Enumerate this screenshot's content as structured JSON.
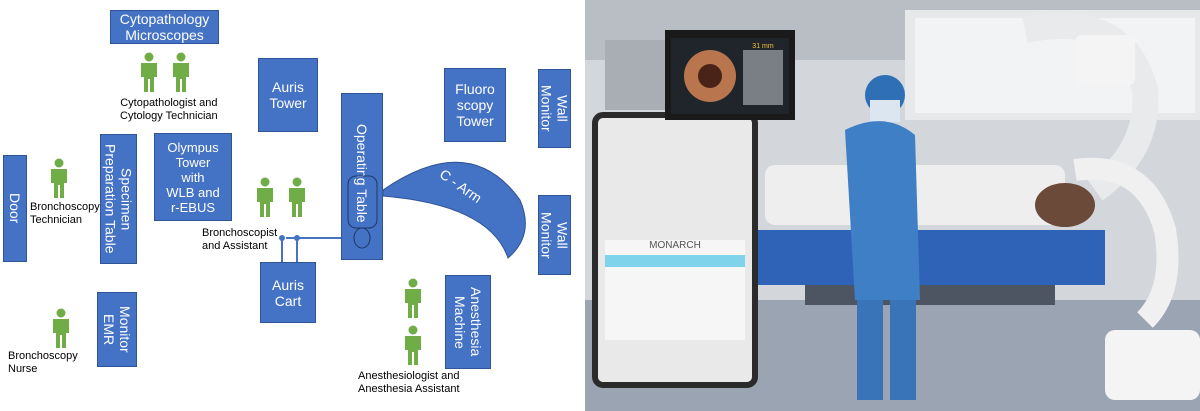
{
  "diagram": {
    "boxes": {
      "cytopathology_microscopes": "Cytopathology\nMicroscopes",
      "auris_tower": "Auris\nTower",
      "fluoroscopy_tower": "Fluoro\nscopy\nTower",
      "wall_monitor_top": "Wall\nMonitor",
      "wall_monitor_bottom": "Wall\nMonitor",
      "door": "Door",
      "specimen_preparation_table": "Specimen\nPreparation Table",
      "olympus_tower": "Olympus\nTower\nwith\nWLB and\nr-EBUS",
      "operating_table": "Operating Table",
      "c_arm": "C - Arm",
      "auris_cart": "Auris\nCart",
      "anesthesia_machine": "Anesthesia\nMachine",
      "monitor_emr": "Monitor\nEMR"
    },
    "labels": {
      "cytopathologist": "Cytopathologist and\nCytology Technician",
      "bronchoscopy_technician": "Bronchoscopy\nTechnician",
      "bronchoscopist": "Bronchoscopist\nand Assistant",
      "bronchoscopy_nurse": "Bronchoscopy\nNurse",
      "anesthesiologist": "Anesthesiologist and\nAnesthesia Assistant"
    },
    "colors": {
      "box_fill": "#4472c4",
      "box_border": "#2f5597",
      "person": "#70ad47"
    }
  },
  "photo": {
    "monitor_readout": "31 mm",
    "cart_brand": "MONARCH"
  }
}
